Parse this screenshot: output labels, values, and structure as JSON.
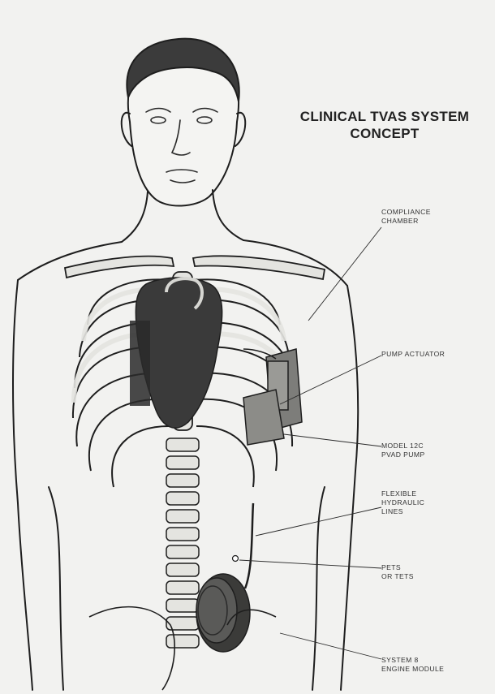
{
  "title": {
    "line1": "CLINICAL TVAS SYSTEM",
    "line2": "CONCEPT"
  },
  "labels": {
    "compliance_chamber": [
      "COMPLIANCE",
      "CHAMBER"
    ],
    "pump_actuator": [
      "PUMP ACTUATOR"
    ],
    "pvad_pump": [
      "MODEL 12C",
      "PVAD PUMP"
    ],
    "hydraulic_lines": [
      "FLEXIBLE",
      "HYDRAULIC",
      "LINES"
    ],
    "pets_tets": [
      "PETS",
      "OR TETS"
    ],
    "engine_module": [
      "SYSTEM 8",
      "ENGINE MODULE"
    ]
  },
  "colors": {
    "ink": "#1e1e1e",
    "bone": "#e4e4e0",
    "heart": "#3a3a3a",
    "device": "#7d7d7a",
    "module": "#4a4a48"
  }
}
